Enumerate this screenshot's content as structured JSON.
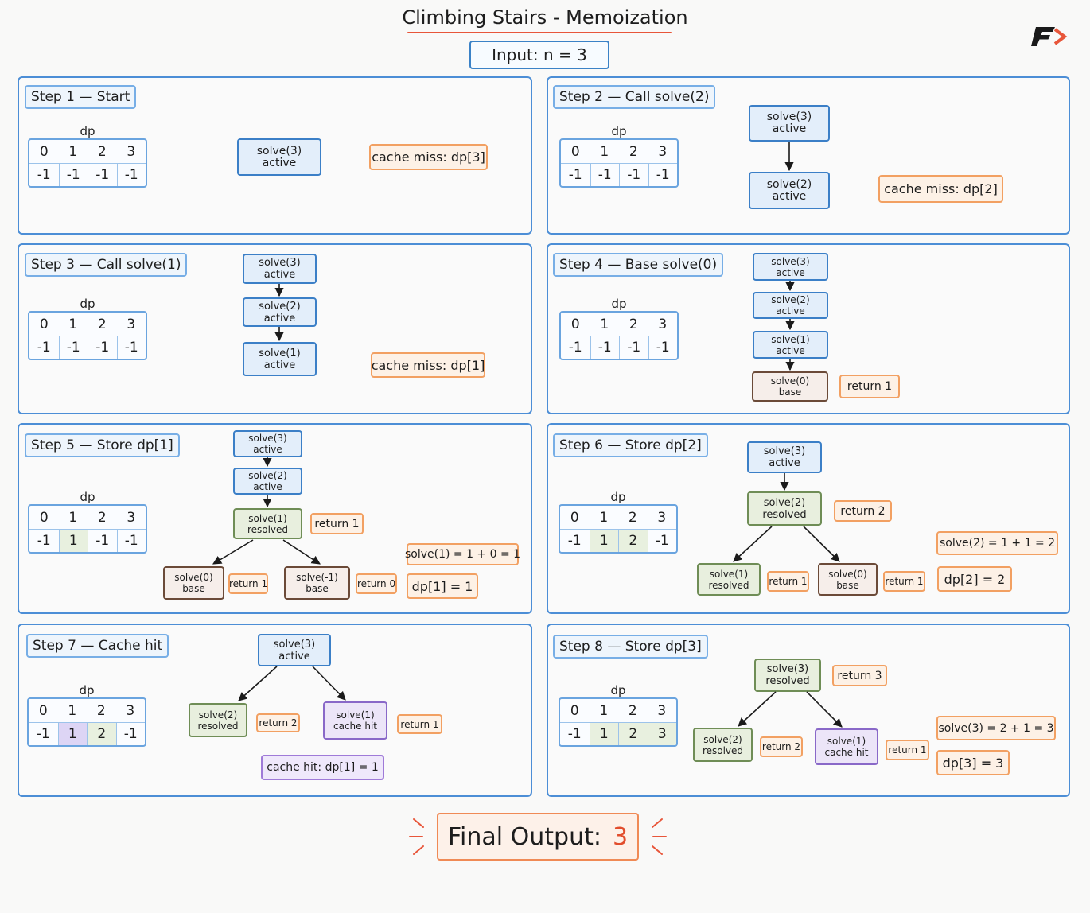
{
  "title": "Climbing Stairs - Memoization",
  "input_label": "Input: n = 3",
  "final": {
    "label": "Final Output:",
    "value": "3"
  },
  "dp_label": "dp",
  "dp_indices": [
    "0",
    "1",
    "2",
    "3"
  ],
  "steps": [
    {
      "label": "Step 1 — Start",
      "dp": [
        "-1",
        "-1",
        "-1",
        "-1"
      ],
      "nodes": [
        {
          "id": "s3",
          "name": "solve(3)",
          "status": "active"
        }
      ],
      "tags": [
        {
          "id": "cm",
          "text": "cache miss: dp[3]"
        }
      ]
    },
    {
      "label": "Step 2 — Call solve(2)",
      "dp": [
        "-1",
        "-1",
        "-1",
        "-1"
      ],
      "nodes": [
        {
          "id": "s3",
          "name": "solve(3)",
          "status": "active"
        },
        {
          "id": "s2",
          "name": "solve(2)",
          "status": "active"
        }
      ],
      "tags": [
        {
          "id": "cm",
          "text": "cache miss: dp[2]"
        }
      ]
    },
    {
      "label": "Step 3 — Call solve(1)",
      "dp": [
        "-1",
        "-1",
        "-1",
        "-1"
      ],
      "nodes": [
        {
          "id": "s3",
          "name": "solve(3)",
          "status": "active"
        },
        {
          "id": "s2",
          "name": "solve(2)",
          "status": "active"
        },
        {
          "id": "s1",
          "name": "solve(1)",
          "status": "active"
        }
      ],
      "tags": [
        {
          "id": "cm",
          "text": "cache miss: dp[1]"
        }
      ]
    },
    {
      "label": "Step 4 — Base solve(0)",
      "dp": [
        "-1",
        "-1",
        "-1",
        "-1"
      ],
      "nodes": [
        {
          "id": "s3",
          "name": "solve(3)",
          "status": "active"
        },
        {
          "id": "s2",
          "name": "solve(2)",
          "status": "active"
        },
        {
          "id": "s1",
          "name": "solve(1)",
          "status": "active"
        },
        {
          "id": "s0",
          "name": "solve(0)",
          "status": "base"
        }
      ],
      "tags": [
        {
          "id": "r1",
          "text": "return 1"
        }
      ]
    },
    {
      "label": "Step 5 — Store dp[1]",
      "dp": [
        "-1",
        "1",
        "-1",
        "-1"
      ],
      "nodes": [
        {
          "id": "s3",
          "name": "solve(3)",
          "status": "active"
        },
        {
          "id": "s2",
          "name": "solve(2)",
          "status": "active"
        },
        {
          "id": "s1",
          "name": "solve(1)",
          "status": "resolved"
        },
        {
          "id": "s0",
          "name": "solve(0)",
          "status": "base"
        },
        {
          "id": "sm1",
          "name": "solve(-1)",
          "status": "base"
        }
      ],
      "tags": [
        {
          "id": "r1",
          "text": "return 1"
        },
        {
          "id": "r0a",
          "text": "return 1"
        },
        {
          "id": "rm1",
          "text": "return 0"
        },
        {
          "id": "eq",
          "text": "solve(1) = 1 + 0 = 1"
        },
        {
          "id": "st",
          "text": "dp[1] = 1"
        }
      ]
    },
    {
      "label": "Step 6 — Store dp[2]",
      "dp": [
        "-1",
        "1",
        "2",
        "-1"
      ],
      "nodes": [
        {
          "id": "s3",
          "name": "solve(3)",
          "status": "active"
        },
        {
          "id": "s2",
          "name": "solve(2)",
          "status": "resolved"
        },
        {
          "id": "s1",
          "name": "solve(1)",
          "status": "resolved"
        },
        {
          "id": "s0",
          "name": "solve(0)",
          "status": "base"
        }
      ],
      "tags": [
        {
          "id": "r2",
          "text": "return 2"
        },
        {
          "id": "r1",
          "text": "return 1"
        },
        {
          "id": "r0",
          "text": "return 1"
        },
        {
          "id": "eq",
          "text": "solve(2) = 1 + 1 = 2"
        },
        {
          "id": "st",
          "text": "dp[2] = 2"
        }
      ]
    },
    {
      "label": "Step 7 — Cache hit",
      "dp": [
        "-1",
        "1",
        "2",
        "-1"
      ],
      "nodes": [
        {
          "id": "s3",
          "name": "solve(3)",
          "status": "active"
        },
        {
          "id": "s2",
          "name": "solve(2)",
          "status": "resolved"
        },
        {
          "id": "s1",
          "name": "solve(1)",
          "status": "cache hit"
        }
      ],
      "tags": [
        {
          "id": "r2",
          "text": "return 2"
        },
        {
          "id": "r1",
          "text": "return 1"
        },
        {
          "id": "ch",
          "text": "cache hit: dp[1] = 1"
        }
      ]
    },
    {
      "label": "Step 8 — Store dp[3]",
      "dp": [
        "-1",
        "1",
        "2",
        "3"
      ],
      "nodes": [
        {
          "id": "s3",
          "name": "solve(3)",
          "status": "resolved"
        },
        {
          "id": "s2",
          "name": "solve(2)",
          "status": "resolved"
        },
        {
          "id": "s1",
          "name": "solve(1)",
          "status": "cache hit"
        }
      ],
      "tags": [
        {
          "id": "r3",
          "text": "return 3"
        },
        {
          "id": "r2",
          "text": "return 2"
        },
        {
          "id": "r1",
          "text": "return 1"
        },
        {
          "id": "eq",
          "text": "solve(3) = 2 + 1 = 3"
        },
        {
          "id": "st",
          "text": "dp[3] = 3"
        }
      ]
    }
  ],
  "colors": {
    "active": "#3b7fc7",
    "resolved": "#6f8d56",
    "base": "#6b4a38",
    "cache_hit": "#8968c8",
    "tag": "#f2a062",
    "accent": "#e8563a"
  }
}
